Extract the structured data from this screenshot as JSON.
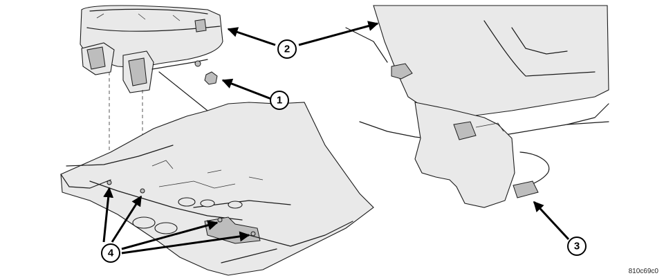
{
  "callouts": {
    "c1": "1",
    "c2": "2",
    "c3": "3",
    "c4": "4"
  },
  "figure_code": "810c69c0"
}
